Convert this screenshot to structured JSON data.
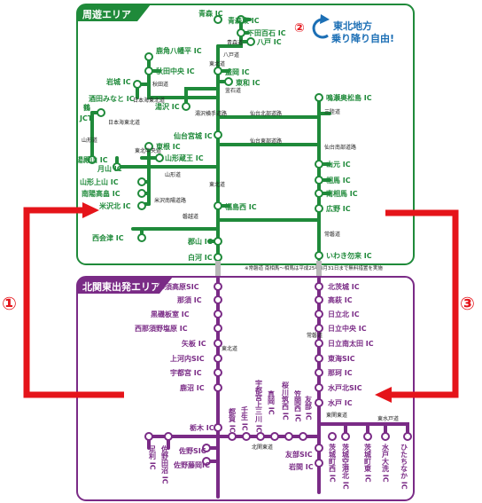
{
  "north": {
    "area_title": "周遊エリア",
    "badge_num": "②",
    "badge_line1": "東北地方",
    "badge_line2": "乗り降り自由!",
    "ic": {
      "aomori": "青森 IC",
      "aomorihigashi": "青森東 IC",
      "shimoda": "下田百石 IC",
      "hachinohe": "八戸 IC",
      "kazuno": "鹿角八幡平 IC",
      "akita": "秋田中央 IC",
      "iwaki_c": "岩城 IC",
      "morioka": "盛岡 IC",
      "tohwa": "東和 IC",
      "yuzawa": "湯沢 IC",
      "sakata": "酒田みなと IC",
      "jct_a": "鶴",
      "jct_b": "JCT",
      "naruse": "鳴瀬奥松島 IC",
      "sendai": "仙台宮城 IC",
      "higashine": "東根 IC",
      "yamagatazao": "山形蔵王 IC",
      "tsuruoka": "湯殿山 IC",
      "tsukiyama": "月山 IC",
      "yamamoto": "山元 IC",
      "soma": "相馬 IC",
      "minamisoma": "南相馬 IC",
      "yamagatakamiyama": "山形上山 IC",
      "nanyo": "南陽高畠 IC",
      "yonezawakita": "米沢北 IC",
      "fukushimanishi": "福島西 IC",
      "hirono": "広野 IC",
      "aizu": "西会津 IC",
      "koriyama": "郡山 IC",
      "shirakawa": "白河 IC",
      "iwakiyumoto": "いわき勿来 IC"
    },
    "road": {
      "aomori": "青森道",
      "hachinohe": "八戸道",
      "tohoku_n": "東北道",
      "akita": "秋田道",
      "nihonkai_tohoku": "日本海東北道",
      "nihonkai": "日本海東北道",
      "kamaishi": "釜石道",
      "yuzawa_yokote": "湯沢横手道路",
      "yamagata_road": "山形道",
      "sendai_hokubu": "仙台北部道路",
      "sendai_tobu": "仙台東部道路",
      "sanriku": "三陸道",
      "sendai_nanbu": "仙台南部道路",
      "tohoku_chuo": "東北中央道",
      "yamagata2": "山形道",
      "yonezawa_nanyo": "米沢南陽道路",
      "tohoku_m": "東北道",
      "banetsu": "磐越道",
      "joban": "常磐道"
    },
    "note": "※常磐道 南相馬～相馬は平成25年3月31日まで無料措置を実施"
  },
  "south": {
    "area_title": "北関東出発エリア",
    "ic": {
      "nasukogen": "那須高原SIC",
      "nasu": "那須 IC",
      "kuroiso": "黒磯板室 IC",
      "nishinasuno": "西那須野塩原 IC",
      "yaita": "矢板 IC",
      "kamikochi": "上河内SIC",
      "utsunomiya": "宇都宮 IC",
      "kanuma": "鹿沼 IC",
      "tochigi": "栃木 IC",
      "sanoshi": "佐野SIC",
      "sanofujioka": "佐野藤岡IC",
      "ashikaga": "足利 IC",
      "sanotanuma": "佐野田沼 IC",
      "tsuga": "都賀 IC",
      "mibu": "壬生 IC",
      "utsunomiyakamimikawa": "宇都宮上三川 IC",
      "mooka": "真岡 IC",
      "sakuragawa": "桜川筑西 IC",
      "kasama": "笠間西 IC",
      "tomobe": "友部 IC",
      "tomobes": "友部SIC",
      "iwama": "岩間 IC",
      "kitaibaraki": "北茨城 IC",
      "takahagi": "高萩 IC",
      "hitachi": "日立北 IC",
      "hitachichuo": "日立中央 IC",
      "hitachiminami": "日立南太田 IC",
      "tokai": "東海SIC",
      "naka": "那珂 IC",
      "mitokita": "水戸北SIC",
      "mito": "水戸 IC",
      "ibarakimachi": "茨城町西 IC",
      "ibarakikuko": "茨城空港北 IC",
      "ibarakimachihigashi": "茨城町東 IC",
      "mitoooarai": "水戸大洗 IC",
      "hitachinaka": "ひたちなか IC"
    },
    "road": {
      "tohoku": "東北道",
      "joban": "常磐道",
      "kitakanto": "北関東道",
      "higashikanto": "東関東道",
      "higashimito": "東水戸道"
    }
  },
  "legend": {
    "arrow1": "①",
    "arrow3": "③"
  },
  "colors": {
    "green": "#1f8a3a",
    "purple": "#7a2b86",
    "red": "#e5141a",
    "blue": "#1c6fb5",
    "gray": "#b8b8b8"
  }
}
